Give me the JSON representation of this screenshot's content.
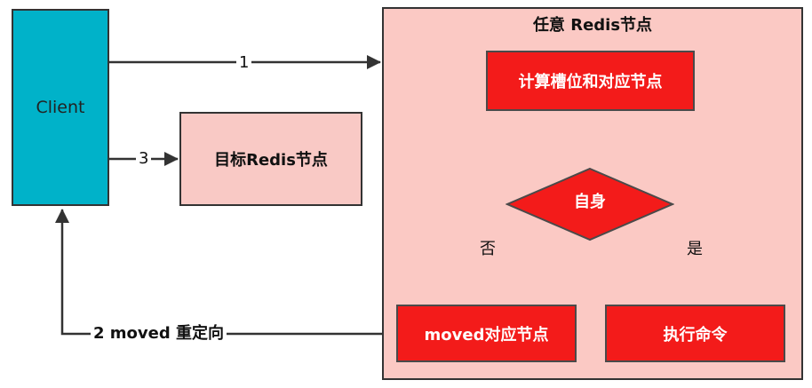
{
  "client": {
    "label": "Client"
  },
  "target_node": {
    "label": "目标Redis节点"
  },
  "any_node": {
    "title": "任意 Redis节点"
  },
  "steps": {
    "compute": "计算槽位和对应节点",
    "self_check": "自身",
    "moved_node": "moved对应节点",
    "execute": "执行命令"
  },
  "edges": {
    "request": "1",
    "redirect": "2 moved 重定向",
    "retry": "3",
    "no": "否",
    "yes": "是"
  },
  "colors": {
    "client": "#00b2c9",
    "node_bg": "#fbc9c4",
    "step": "#f31b1a",
    "line": "#333333"
  }
}
